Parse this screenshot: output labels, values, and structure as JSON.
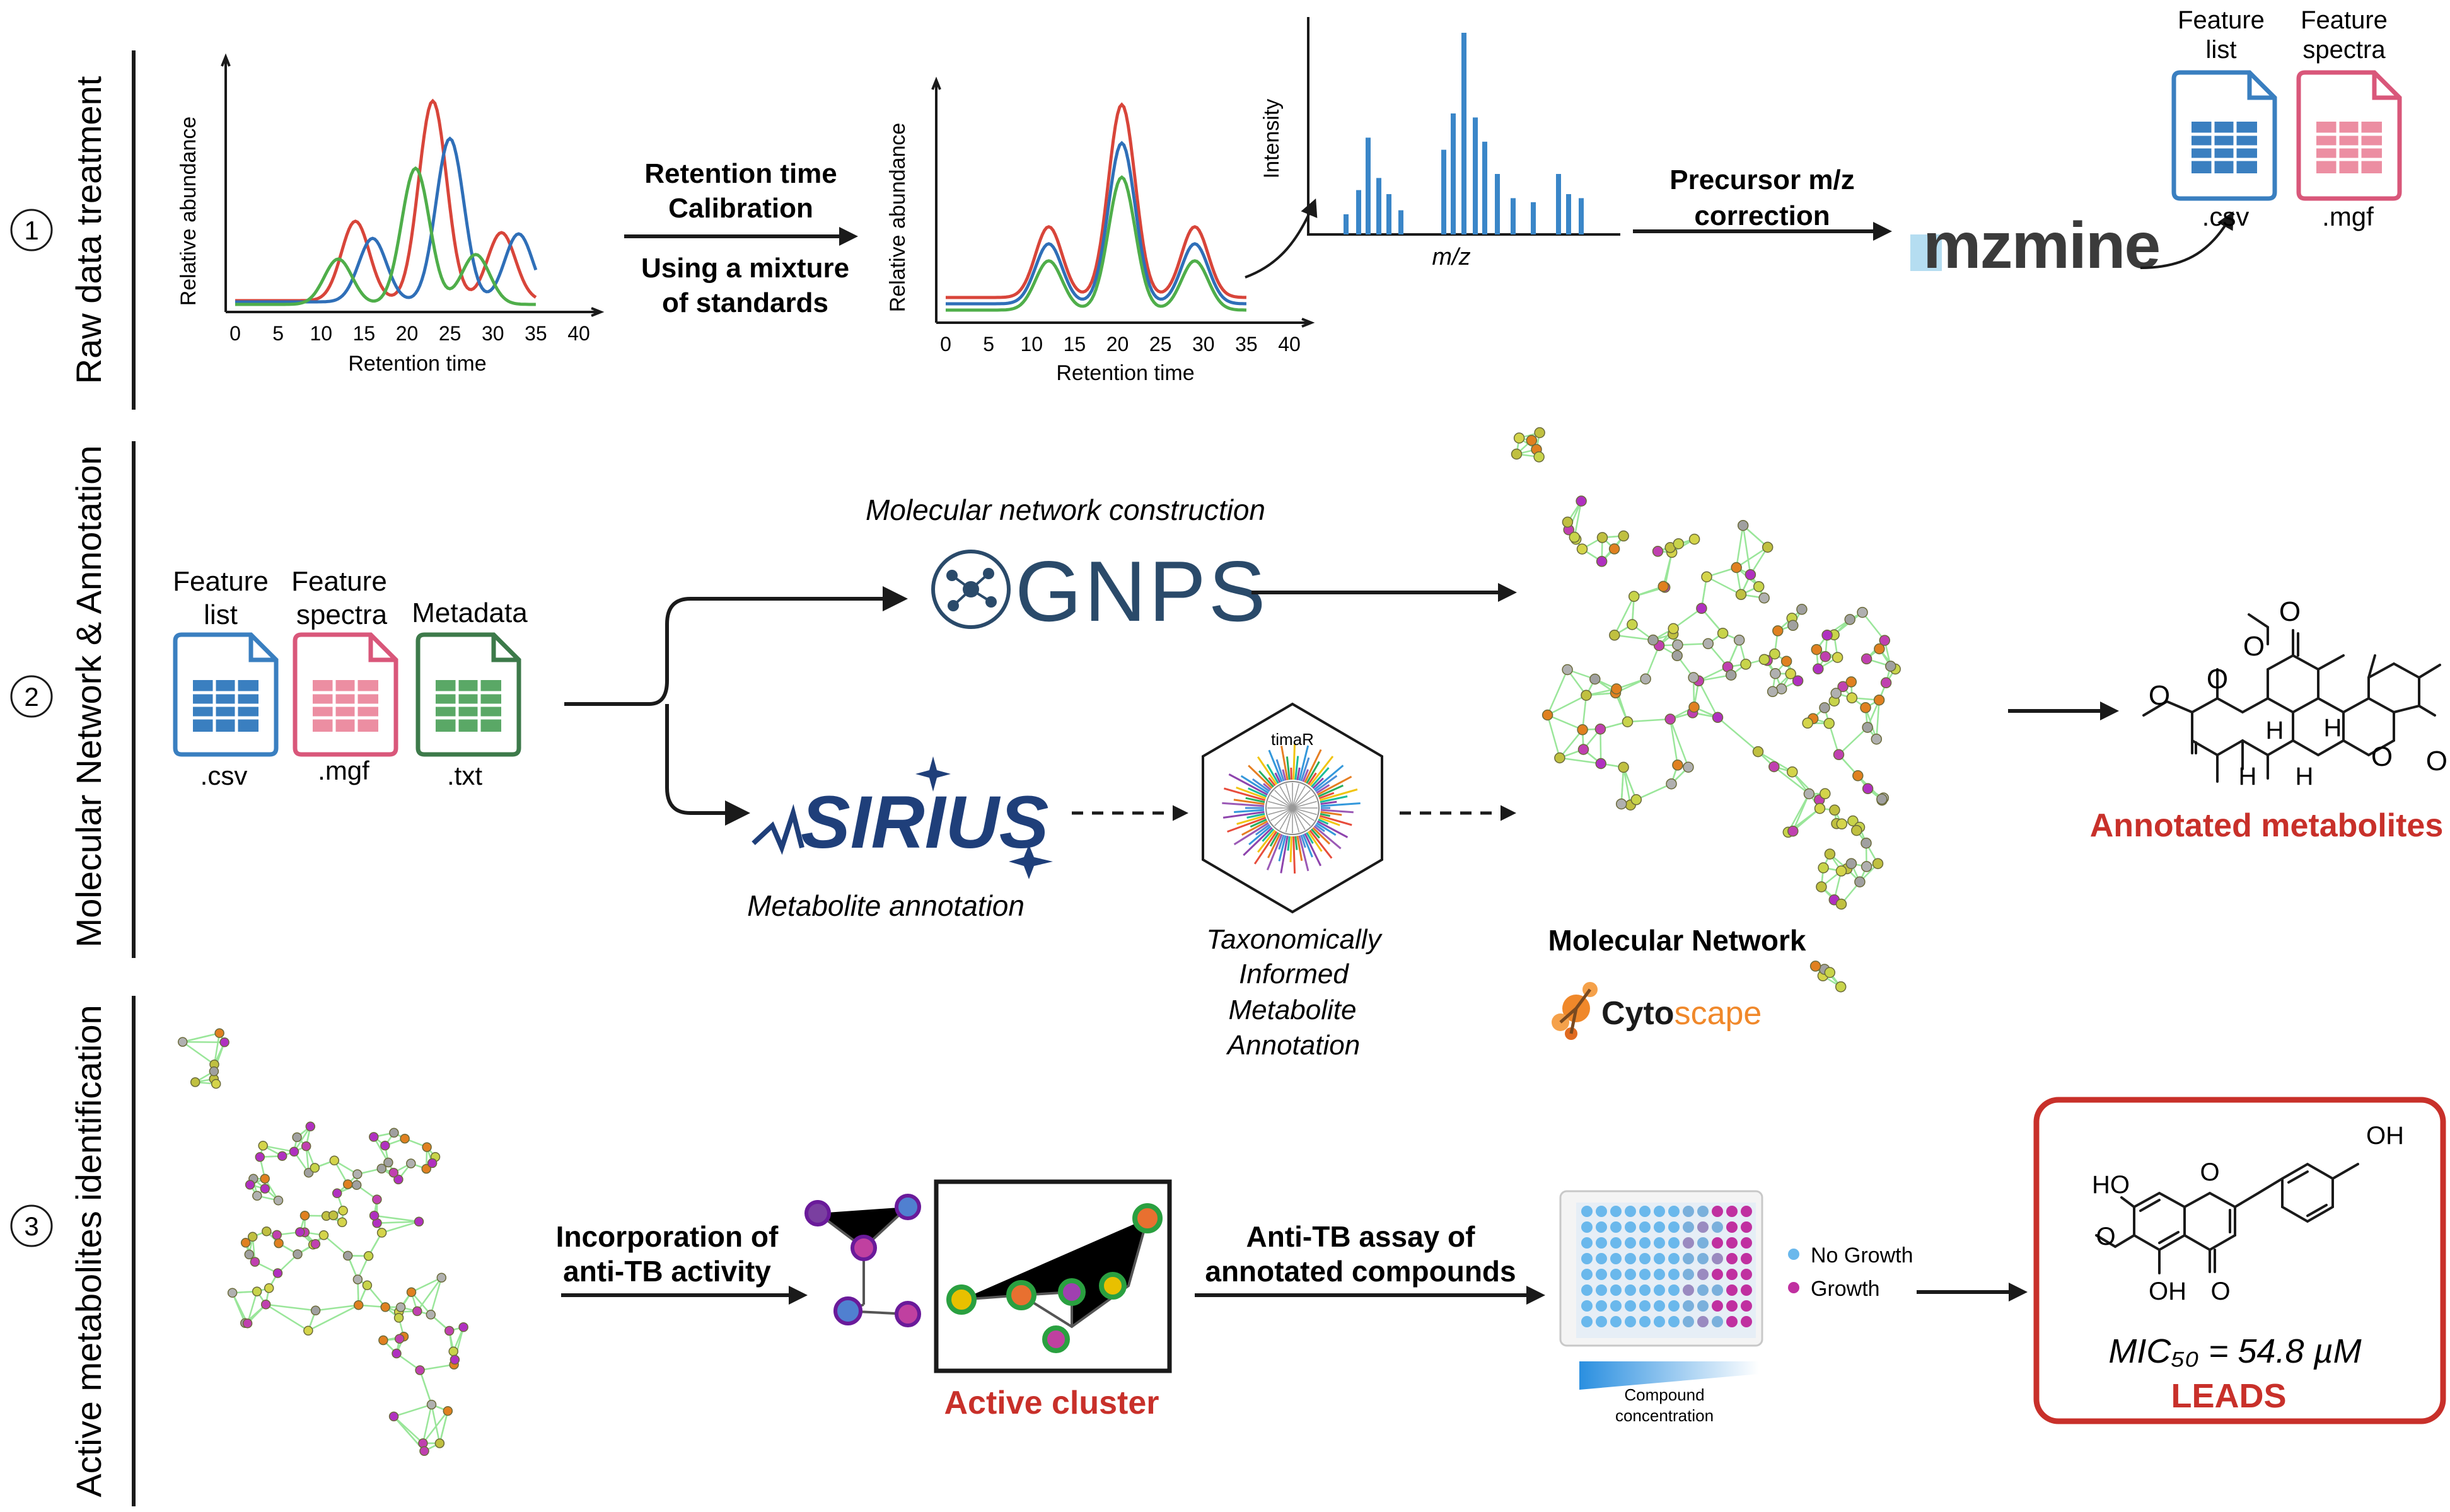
{
  "colors": {
    "red_accent": "#c8302a",
    "curve_red": "#d8453a",
    "curve_blue": "#2f6fb8",
    "curve_green": "#4fae4a",
    "bar_blue": "#3a86c8",
    "csv_blue": "#3a7fc0",
    "mgf_pink": "#d9577a",
    "txt_green": "#4e9a5a",
    "network_edge": "#9ae69a",
    "mzmine_teal": "#2a9fd6",
    "cytoscape_orange": "#f0882a",
    "sirius_blue": "#1f3f7a"
  },
  "sections": [
    {
      "number": "1",
      "label": "Raw data treatment"
    },
    {
      "number": "2",
      "label": "Molecular Network & Annotation"
    },
    {
      "number": "3",
      "label": "Active metabolites identification"
    }
  ],
  "section1": {
    "chart1_ylabel": "Relative abundance",
    "chart1_xlabel": "Retention time",
    "chart2_ylabel": "Relative abundance",
    "chart2_xlabel": "Retention time",
    "step1_line1": "Retention time",
    "step1_line2": "Calibration",
    "step1_line3": "Using a mixture",
    "step1_line4": "of standards",
    "spectrum_ylabel": "Intensity",
    "spectrum_xlabel": "m/z",
    "step2_line1": "Precursor m/z",
    "step2_line2": "correction",
    "mzmine_logo": "mzmine",
    "file1_line1": "Feature",
    "file1_line2": "list",
    "file1_ext": ".csv",
    "file2_line1": "Feature",
    "file2_line2": "spectra",
    "file2_ext": ".mgf"
  },
  "section2": {
    "file1_line1": "Feature",
    "file1_line2": "list",
    "file1_ext": ".csv",
    "file2_line1": "Feature",
    "file2_line2": "spectra",
    "file2_ext": ".mgf",
    "file3_line1": "Metadata",
    "file3_ext": ".txt",
    "gnps_caption": "Molecular network construction",
    "gnps_logo": "GNPS",
    "sirius_logo": "SIRIUS",
    "sirius_caption": "Metabolite annotation",
    "timar_label": "timaR",
    "timar_line1": "Taxonomically",
    "timar_line2": "Informed",
    "timar_line3": "Metabolite",
    "timar_line4": "Annotation",
    "network_title": "Molecular Network",
    "cytoscape_logo_a": "Cyto",
    "cytoscape_logo_b": "scape",
    "annotated_title": "Annotated metabolites",
    "mol1_o1": "O",
    "mol1_o2": "O",
    "mol1_o3": "O",
    "mol1_o4": "O",
    "mol1_o5": "O",
    "mol1_o6": "O",
    "mol1_h1": "H",
    "mol1_h2": "H",
    "mol1_h3": "H",
    "mol1_h4": "H"
  },
  "section3": {
    "step1_line1": "Incorporation of",
    "step1_line2": "anti-TB activity",
    "active_cluster": "Active cluster",
    "step2_line1": "Anti-TB assay of",
    "step2_line2": "annotated compounds",
    "legend_no_growth": "No Growth",
    "legend_growth": "Growth",
    "compound_line1": "Compound",
    "compound_line2": "concentration",
    "lead_mic": "MIC₅₀ = 54.8 µM",
    "lead_title": "LEADS",
    "mol2_oh1": "OH",
    "mol2_ho": "HO",
    "mol2_oh2": "OH",
    "mol2_o1": "O",
    "mol2_o2": "O",
    "mol2_o3": "O"
  },
  "chart_data": [
    {
      "type": "line",
      "xlabel": "Retention time",
      "ylabel": "Relative abundance",
      "x_ticks": [
        0,
        5,
        10,
        15,
        20,
        25,
        30,
        35,
        40
      ],
      "xlim": [
        0,
        40
      ],
      "series": [
        {
          "color": "#d8453a",
          "peaks": [
            [
              14,
              0.35
            ],
            [
              23,
              0.88
            ],
            [
              31,
              0.3
            ]
          ]
        },
        {
          "color": "#2f6fb8",
          "peaks": [
            [
              16,
              0.28
            ],
            [
              25,
              0.72
            ],
            [
              33,
              0.3
            ]
          ]
        },
        {
          "color": "#4fae4a",
          "peaks": [
            [
              12,
              0.2
            ],
            [
              21,
              0.6
            ],
            [
              28,
              0.22
            ]
          ]
        }
      ]
    },
    {
      "type": "line",
      "xlabel": "Retention time",
      "ylabel": "Relative abundance",
      "x_ticks": [
        0,
        5,
        10,
        15,
        20,
        25,
        30,
        35,
        40
      ],
      "xlim": [
        0,
        40
      ],
      "series": [
        {
          "color": "#d8453a",
          "peaks": [
            [
              12,
              0.33
            ],
            [
              20.5,
              0.9
            ],
            [
              29,
              0.33
            ]
          ]
        },
        {
          "color": "#2f6fb8",
          "peaks": [
            [
              12,
              0.28
            ],
            [
              20.5,
              0.75
            ],
            [
              29,
              0.28
            ]
          ]
        },
        {
          "color": "#4fae4a",
          "peaks": [
            [
              12,
              0.23
            ],
            [
              20.5,
              0.62
            ],
            [
              29,
              0.23
            ]
          ]
        }
      ]
    },
    {
      "type": "bar",
      "xlabel": "m/z",
      "ylabel": "Intensity",
      "values": [
        0.1,
        0.22,
        0.48,
        0.28,
        0.2,
        0.12,
        0.42,
        0.6,
        1.0,
        0.58,
        0.46,
        0.3,
        0.18,
        0.16,
        0.3,
        0.2,
        0.18
      ]
    }
  ]
}
